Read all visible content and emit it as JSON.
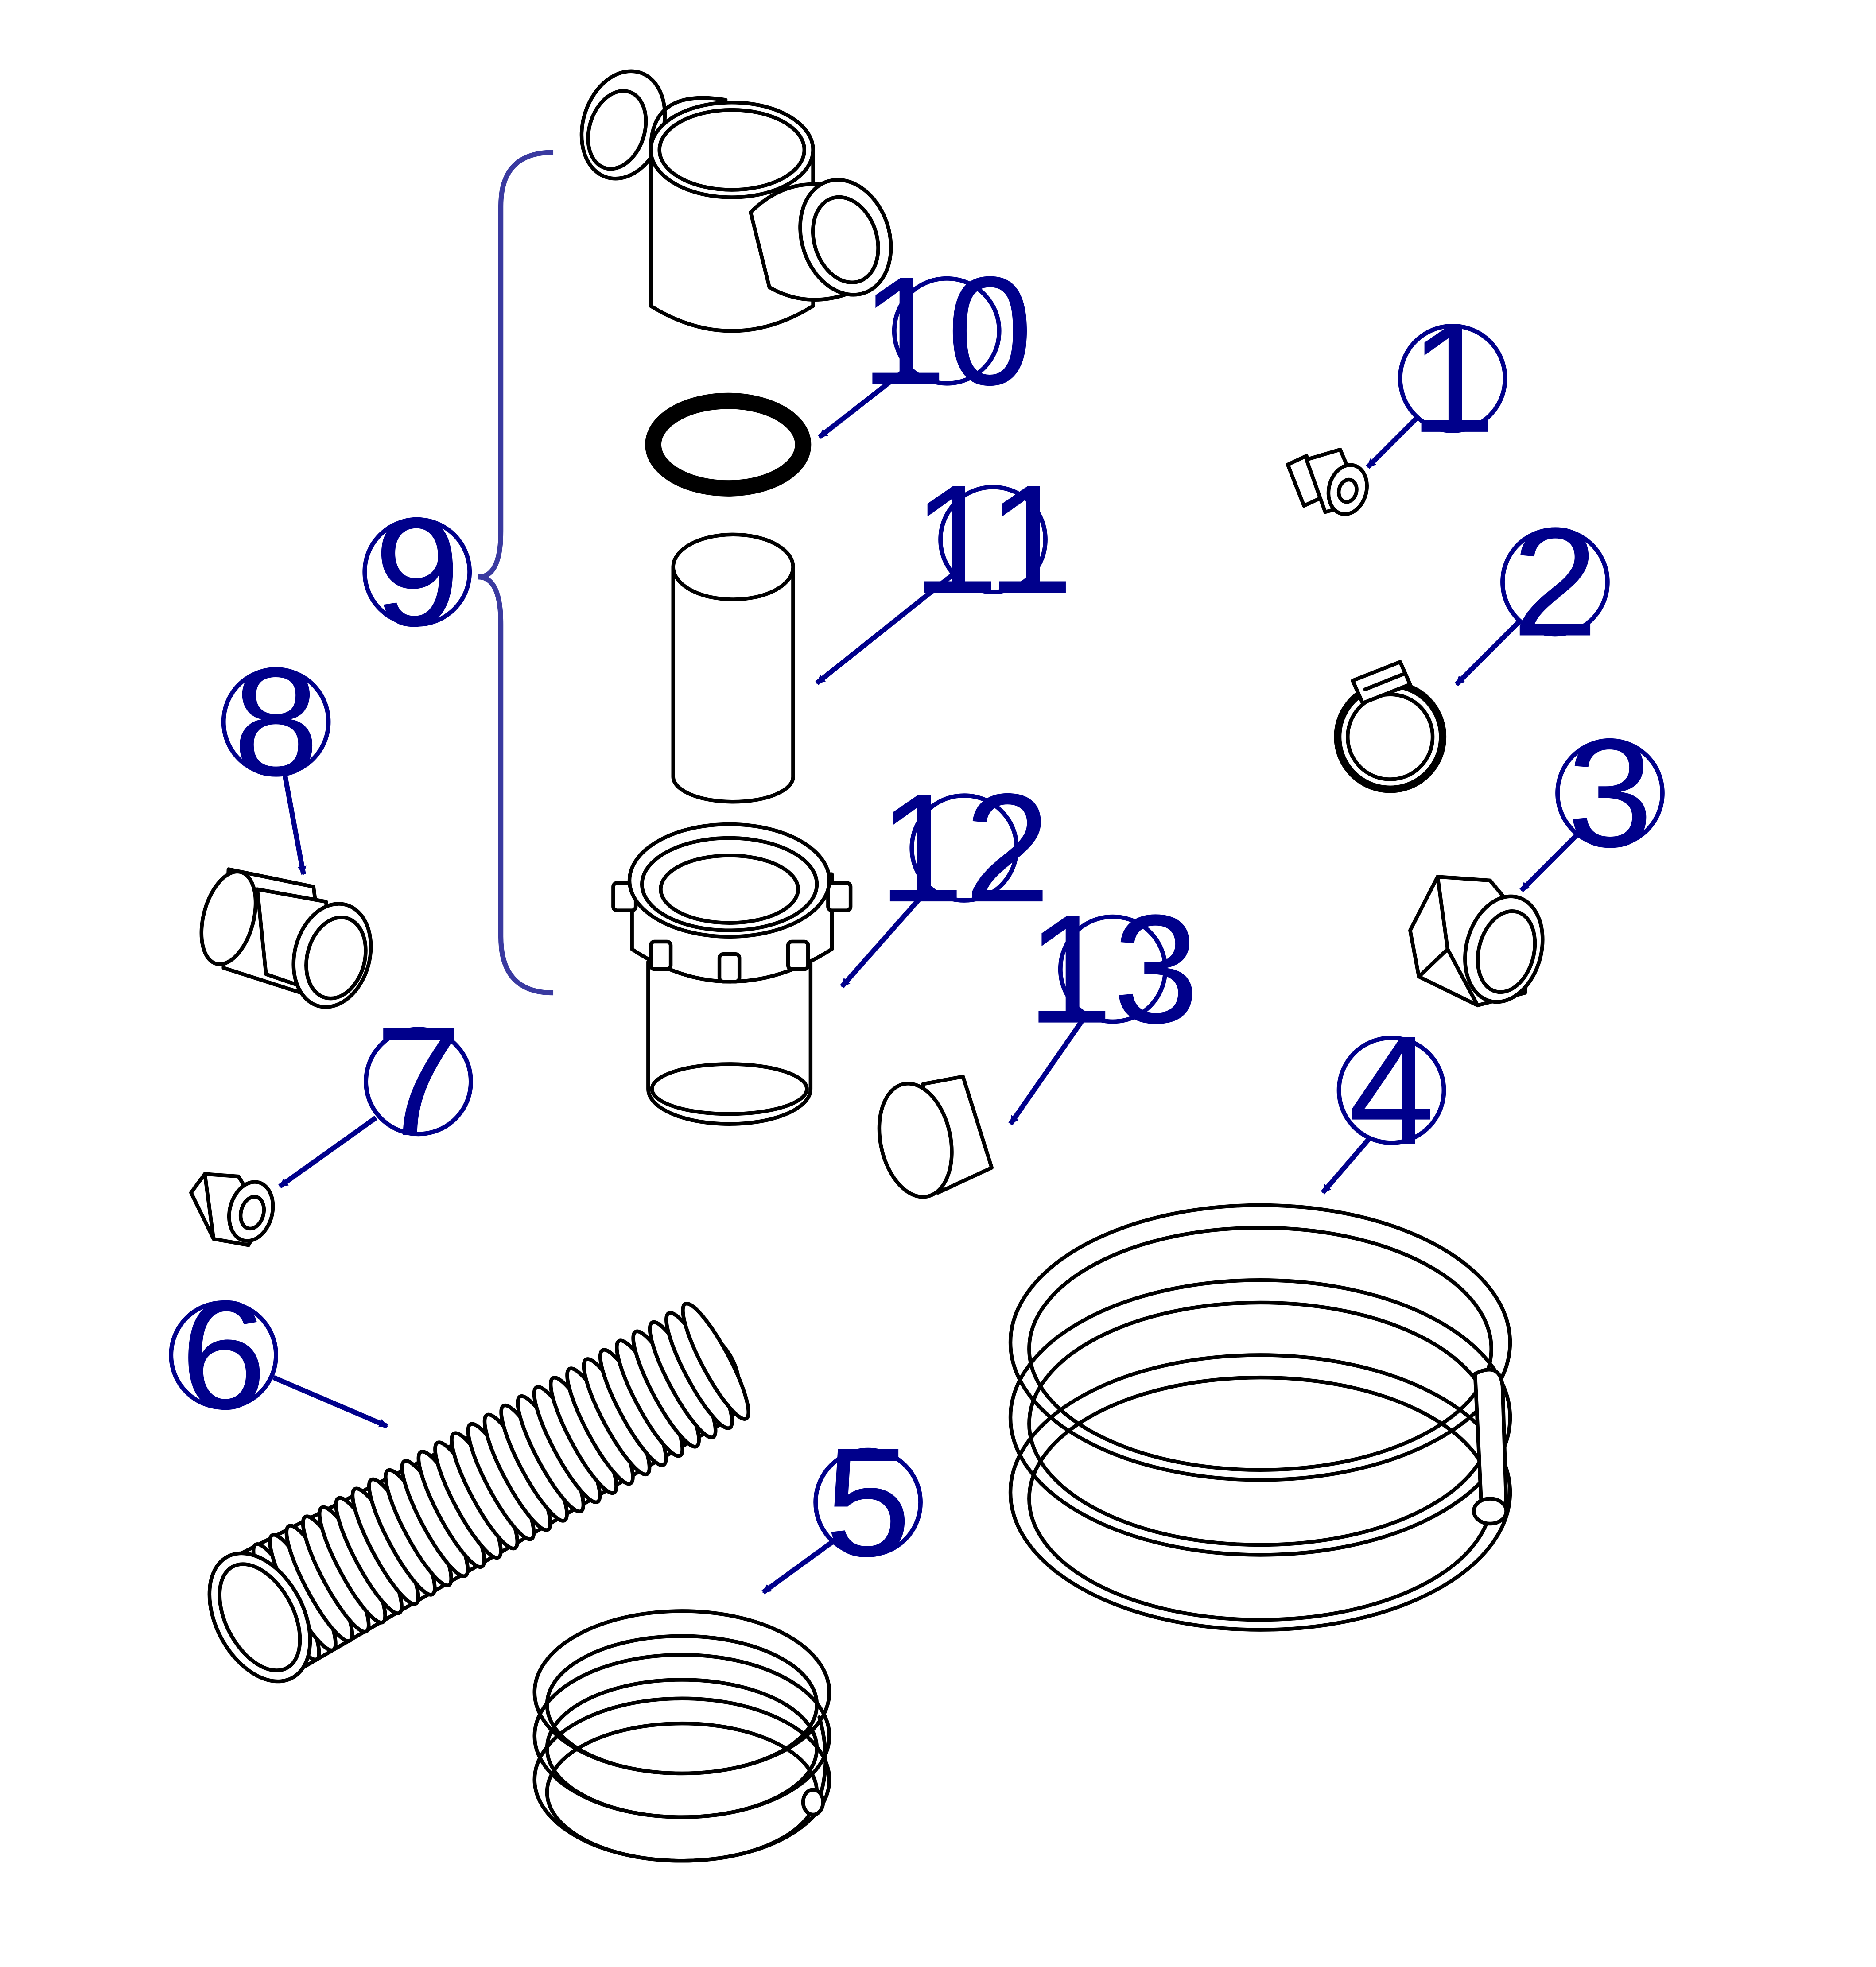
{
  "colors": {
    "callout": "#00008B",
    "bracket": "#3A3AA0",
    "line": "#000000",
    "background": "#FFFFFF"
  },
  "callouts": [
    {
      "id": "c1",
      "label": "1",
      "part": "compression-fitting"
    },
    {
      "id": "c2",
      "label": "2",
      "part": "hose-clamp"
    },
    {
      "id": "c3",
      "label": "3",
      "part": "hex-bushing"
    },
    {
      "id": "c4",
      "label": "4",
      "part": "large-tubing-coil"
    },
    {
      "id": "c5",
      "label": "5",
      "part": "small-tubing-coil"
    },
    {
      "id": "c6",
      "label": "6",
      "part": "corrugated-hose"
    },
    {
      "id": "c7",
      "label": "7",
      "part": "hex-nut"
    },
    {
      "id": "c8",
      "label": "8",
      "part": "pipe-adapter"
    },
    {
      "id": "c9",
      "label": "9",
      "part": "filter-assembly"
    },
    {
      "id": "c10",
      "label": "10",
      "part": "o-ring"
    },
    {
      "id": "c11",
      "label": "11",
      "part": "filter-element"
    },
    {
      "id": "c12",
      "label": "12",
      "part": "filter-bowl"
    },
    {
      "id": "c13",
      "label": "13",
      "part": "end-cap"
    }
  ]
}
